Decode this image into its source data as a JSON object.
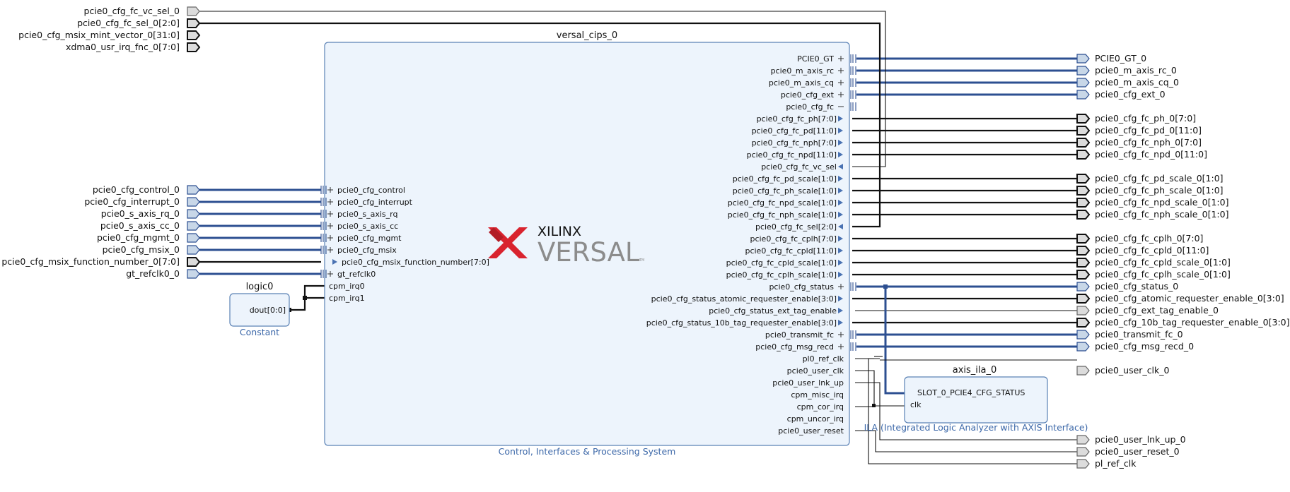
{
  "blocks": {
    "cips": {
      "name": "versal_cips_0",
      "subtitle": "Control, Interfaces & Processing System",
      "logo_brand": "XILINX",
      "logo_product": "VERSAL",
      "logo_tm": "TM",
      "left_ports": [
        {
          "label": "pcie0_cfg_control",
          "kind": "intf"
        },
        {
          "label": "pcie0_cfg_interrupt",
          "kind": "intf"
        },
        {
          "label": "pcie0_s_axis_rq",
          "kind": "intf"
        },
        {
          "label": "pcie0_s_axis_cc",
          "kind": "intf"
        },
        {
          "label": "pcie0_cfg_mgmt",
          "kind": "intf"
        },
        {
          "label": "pcie0_cfg_msix",
          "kind": "intf"
        },
        {
          "label": "pcie0_cfg_msix_function_number[7:0]",
          "kind": "in"
        },
        {
          "label": "gt_refclk0",
          "kind": "intf"
        },
        {
          "label": "cpm_irq0",
          "kind": "wire"
        },
        {
          "label": "cpm_irq1",
          "kind": "wire"
        }
      ],
      "right_ports": [
        {
          "label": "PCIE0_GT",
          "kind": "intf"
        },
        {
          "label": "pcie0_m_axis_rc",
          "kind": "intf"
        },
        {
          "label": "pcie0_m_axis_cq",
          "kind": "intf"
        },
        {
          "label": "pcie0_cfg_ext",
          "kind": "intf"
        },
        {
          "label": "pcie0_cfg_fc",
          "kind": "intf-minus"
        },
        {
          "label": "pcie0_cfg_fc_ph[7:0]",
          "kind": "out"
        },
        {
          "label": "pcie0_cfg_fc_pd[11:0]",
          "kind": "out"
        },
        {
          "label": "pcie0_cfg_fc_nph[7:0]",
          "kind": "out"
        },
        {
          "label": "pcie0_cfg_fc_npd[11:0]",
          "kind": "out"
        },
        {
          "label": "pcie0_cfg_fc_vc_sel",
          "kind": "in"
        },
        {
          "label": "pcie0_cfg_fc_pd_scale[1:0]",
          "kind": "out"
        },
        {
          "label": "pcie0_cfg_fc_ph_scale[1:0]",
          "kind": "out"
        },
        {
          "label": "pcie0_cfg_fc_npd_scale[1:0]",
          "kind": "out"
        },
        {
          "label": "pcie0_cfg_fc_nph_scale[1:0]",
          "kind": "out"
        },
        {
          "label": "pcie0_cfg_fc_sel[2:0]",
          "kind": "in"
        },
        {
          "label": "pcie0_cfg_fc_cplh[7:0]",
          "kind": "out"
        },
        {
          "label": "pcie0_cfg_fc_cpld[11:0]",
          "kind": "out"
        },
        {
          "label": "pcie0_cfg_fc_cpld_scale[1:0]",
          "kind": "out"
        },
        {
          "label": "pcie0_cfg_fc_cplh_scale[1:0]",
          "kind": "out"
        },
        {
          "label": "pcie0_cfg_status",
          "kind": "intf"
        },
        {
          "label": "pcie0_cfg_status_atomic_requester_enable[3:0]",
          "kind": "out"
        },
        {
          "label": "pcie0_cfg_status_ext_tag_enable",
          "kind": "out"
        },
        {
          "label": "pcie0_cfg_status_10b_tag_requester_enable[3:0]",
          "kind": "out"
        },
        {
          "label": "pcie0_transmit_fc",
          "kind": "intf"
        },
        {
          "label": "pcie0_cfg_msg_recd",
          "kind": "intf"
        },
        {
          "label": "pl0_ref_clk",
          "kind": "wire"
        },
        {
          "label": "pcie0_user_clk",
          "kind": "wire"
        },
        {
          "label": "pcie0_user_lnk_up",
          "kind": "wire"
        },
        {
          "label": "cpm_misc_irq",
          "kind": "wire"
        },
        {
          "label": "cpm_cor_irq",
          "kind": "wire"
        },
        {
          "label": "cpm_uncor_irq",
          "kind": "wire"
        },
        {
          "label": "pcie0_user_reset",
          "kind": "wire"
        }
      ]
    },
    "logic": {
      "name": "logic0",
      "subtitle": "Constant",
      "port": "dout[0:0]"
    },
    "ila": {
      "name": "axis_ila_0",
      "subtitle": "ILA (Integrated Logic Analyzer with AXIS Interface)",
      "ports": [
        "SLOT_0_PCIE4_CFG_STATUS",
        "clk"
      ]
    }
  },
  "ext_left_top": [
    "pcie0_cfg_fc_vc_sel_0",
    "pcie0_cfg_fc_sel_0[2:0]",
    "pcie0_cfg_msix_mint_vector_0[31:0]",
    "xdma0_usr_irq_fnc_0[7:0]"
  ],
  "ext_left": [
    {
      "label": "pcie0_cfg_control_0",
      "type": "intf"
    },
    {
      "label": "pcie0_cfg_interrupt_0",
      "type": "intf"
    },
    {
      "label": "pcie0_s_axis_rq_0",
      "type": "intf"
    },
    {
      "label": "pcie0_s_axis_cc_0",
      "type": "intf"
    },
    {
      "label": "pcie0_cfg_mgmt_0",
      "type": "intf"
    },
    {
      "label": "pcie0_cfg_msix_0",
      "type": "intf"
    },
    {
      "label": "pcie0_cfg_msix_function_number_0[7:0]",
      "type": "vec"
    },
    {
      "label": "gt_refclk0_0",
      "type": "intf"
    }
  ],
  "ext_right": [
    {
      "label": "PCIE0_GT_0",
      "type": "intf"
    },
    {
      "label": "pcie0_m_axis_rc_0",
      "type": "intf"
    },
    {
      "label": "pcie0_m_axis_cq_0",
      "type": "intf"
    },
    {
      "label": "pcie0_cfg_ext_0",
      "type": "intf"
    },
    null,
    {
      "label": "pcie0_cfg_fc_ph_0[7:0]",
      "type": "vec"
    },
    {
      "label": "pcie0_cfg_fc_pd_0[11:0]",
      "type": "vec"
    },
    {
      "label": "pcie0_cfg_fc_nph_0[7:0]",
      "type": "vec"
    },
    {
      "label": "pcie0_cfg_fc_npd_0[11:0]",
      "type": "vec"
    },
    null,
    {
      "label": "pcie0_cfg_fc_pd_scale_0[1:0]",
      "type": "vec"
    },
    {
      "label": "pcie0_cfg_fc_ph_scale_0[1:0]",
      "type": "vec"
    },
    {
      "label": "pcie0_cfg_fc_npd_scale_0[1:0]",
      "type": "vec"
    },
    {
      "label": "pcie0_cfg_fc_nph_scale_0[1:0]",
      "type": "vec"
    },
    null,
    {
      "label": "pcie0_cfg_fc_cplh_0[7:0]",
      "type": "vec"
    },
    {
      "label": "pcie0_cfg_fc_cpld_0[11:0]",
      "type": "vec"
    },
    {
      "label": "pcie0_cfg_fc_cpld_scale_0[1:0]",
      "type": "vec"
    },
    {
      "label": "pcie0_cfg_fc_cplh_scale_0[1:0]",
      "type": "vec"
    },
    {
      "label": "pcie0_cfg_status_0",
      "type": "intf"
    },
    {
      "label": "pcie0_cfg_atomic_requester_enable_0[3:0]",
      "type": "vec"
    },
    {
      "label": "pcie0_cfg_ext_tag_enable_0",
      "type": "wire"
    },
    {
      "label": "pcie0_cfg_10b_tag_requester_enable_0[3:0]",
      "type": "vec"
    },
    {
      "label": "pcie0_transmit_fc_0",
      "type": "intf"
    },
    {
      "label": "pcie0_cfg_msg_recd_0",
      "type": "intf"
    },
    null,
    {
      "label": "pcie0_user_clk_0",
      "type": "wire"
    }
  ],
  "ext_right_bottom": [
    "pcie0_user_lnk_up_0",
    "pcie0_user_reset_0",
    "pl_ref_clk"
  ]
}
